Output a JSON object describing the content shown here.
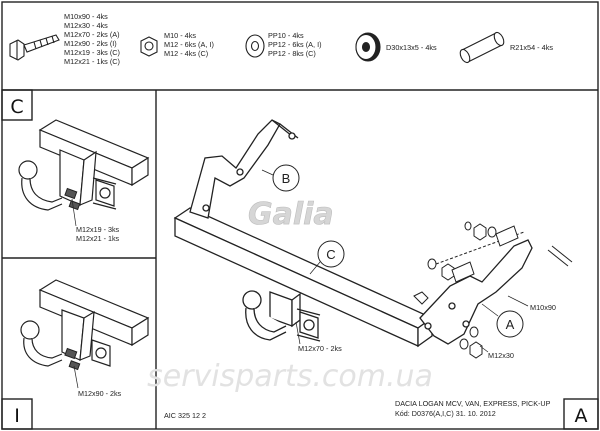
{
  "hardware": {
    "bolts": [
      "M10x90 - 4ks",
      "M12x30 - 4ks",
      "M12x70 - 2ks (A)",
      "M12x90 - 2ks (I)",
      "M12x19 - 3ks (C)",
      "M12x21 - 1ks (C)"
    ],
    "nuts": [
      "M10 - 4ks",
      "M12 - 6ks (A, I)",
      "M12 - 4ks (C)"
    ],
    "washers": [
      "PP10 - 4ks",
      "PP12 - 6ks (A, I)",
      "PP12 - 8ks (C)"
    ],
    "spacer": "D30x13x5 - 4ks",
    "tube": "R21x54 - 4ks"
  },
  "panel_c": {
    "letter": "C",
    "bolt_label_1": "M12x19 - 3ks",
    "bolt_label_2": "M12x21 - 1ks"
  },
  "panel_i": {
    "letter": "I",
    "bolt_label": "M12x90 - 2ks"
  },
  "main": {
    "callout_a": "A",
    "callout_b": "B",
    "callout_c": "C",
    "logo": "Galia",
    "label_m10x90": "M10x90",
    "label_m12x70": "M12x70 - 2ks",
    "label_m12x30": "M12x30",
    "corner_letter": "A"
  },
  "footer": {
    "code": "AIC 325 12 2",
    "model": "DACIA LOGAN MCV, VAN, EXPRESS, PICK-UP",
    "kod": "Kód: D0376(A,I,C)  31. 10. 2012"
  },
  "watermark": "servisparts.com.ua"
}
